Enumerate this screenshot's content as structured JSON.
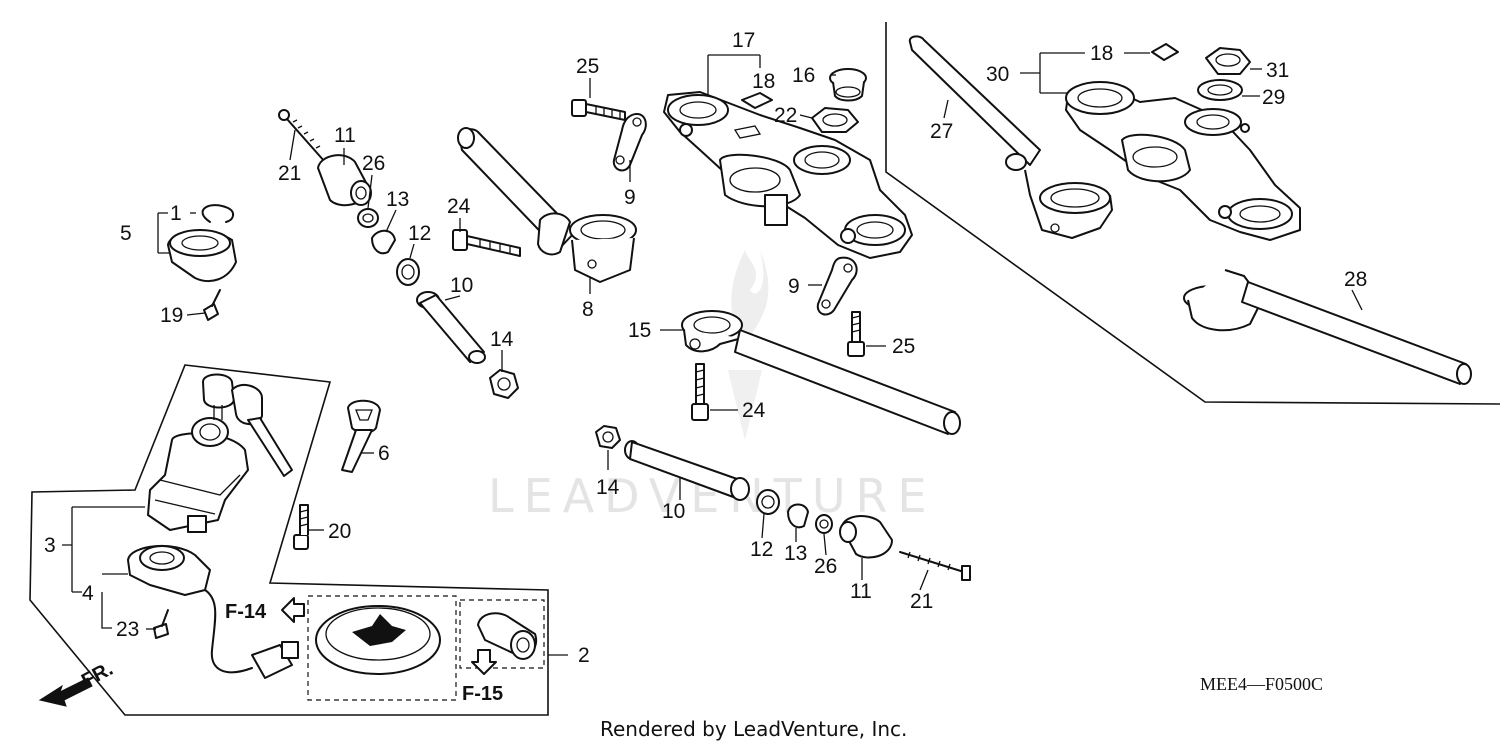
{
  "watermark": "LEADVENTURE",
  "diagram_code": "MEE4—F0500C",
  "credit": "Rendered by LeadVenture, Inc.",
  "refs": {
    "f14": "F-14",
    "f15": "F-15",
    "fr": "FR."
  },
  "callouts": [
    {
      "id": "c17",
      "text": "17"
    },
    {
      "id": "c25a",
      "text": "25"
    },
    {
      "id": "c18a",
      "text": "18"
    },
    {
      "id": "c16",
      "text": "16"
    },
    {
      "id": "c22",
      "text": "22"
    },
    {
      "id": "c9a",
      "text": "9"
    },
    {
      "id": "c11a",
      "text": "11"
    },
    {
      "id": "c21a",
      "text": "21"
    },
    {
      "id": "c26a",
      "text": "26"
    },
    {
      "id": "c13a",
      "text": "13"
    },
    {
      "id": "c1",
      "text": "1"
    },
    {
      "id": "c5",
      "text": "5"
    },
    {
      "id": "c19",
      "text": "19"
    },
    {
      "id": "c24a",
      "text": "24"
    },
    {
      "id": "c12a",
      "text": "12"
    },
    {
      "id": "c10a",
      "text": "10"
    },
    {
      "id": "c14a",
      "text": "14"
    },
    {
      "id": "c8",
      "text": "8"
    },
    {
      "id": "c9b",
      "text": "9"
    },
    {
      "id": "c25b",
      "text": "25"
    },
    {
      "id": "c15",
      "text": "15"
    },
    {
      "id": "c24b",
      "text": "24"
    },
    {
      "id": "c6",
      "text": "6"
    },
    {
      "id": "c14b",
      "text": "14"
    },
    {
      "id": "c10b",
      "text": "10"
    },
    {
      "id": "c12b",
      "text": "12"
    },
    {
      "id": "c13b",
      "text": "13"
    },
    {
      "id": "c26b",
      "text": "26"
    },
    {
      "id": "c11b",
      "text": "11"
    },
    {
      "id": "c21b",
      "text": "21"
    },
    {
      "id": "c20",
      "text": "20"
    },
    {
      "id": "c3",
      "text": "3"
    },
    {
      "id": "c4",
      "text": "4"
    },
    {
      "id": "c23",
      "text": "23"
    },
    {
      "id": "c2",
      "text": "2"
    },
    {
      "id": "c30",
      "text": "30"
    },
    {
      "id": "c18b",
      "text": "18"
    },
    {
      "id": "c31",
      "text": "31"
    },
    {
      "id": "c29",
      "text": "29"
    },
    {
      "id": "c27",
      "text": "27"
    },
    {
      "id": "c28",
      "text": "28"
    }
  ]
}
